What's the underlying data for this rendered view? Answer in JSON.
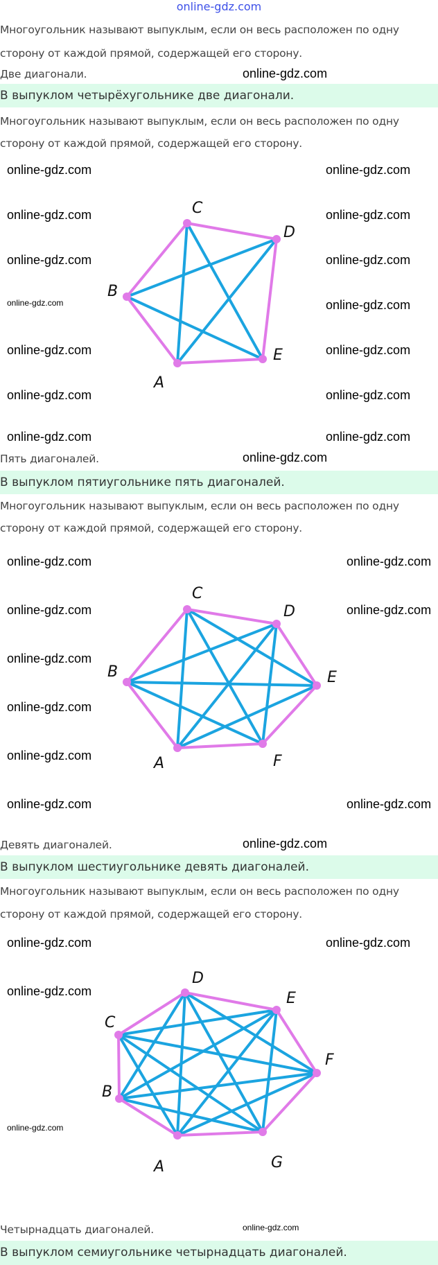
{
  "watermark": "online-gdz.com",
  "definition": {
    "line1": "Многоугольник называют выпуклым, если он весь расположен по одну",
    "line2": "сторону от каждой прямой, содержащей его сторону."
  },
  "sections": [
    {
      "answer": "Две диагонали.",
      "highlight": "В выпуклом четырёхугольнике две диагонали."
    },
    {
      "answer": "Пять диагоналей.",
      "highlight": "В выпуклом пятиугольнике пять диагоналей.",
      "vertices": [
        "A",
        "B",
        "C",
        "D",
        "E"
      ]
    },
    {
      "answer": "Девять диагоналей.",
      "highlight": "В выпуклом шестиугольнике девять диагоналей.",
      "vertices": [
        "A",
        "B",
        "C",
        "D",
        "E",
        "F"
      ]
    },
    {
      "answer": "Четырнадцать диагоналей.",
      "highlight": "В выпуклом семиугольнике четырнадцать диагоналей.",
      "vertices": [
        "A",
        "B",
        "C",
        "D",
        "E",
        "F",
        "G"
      ]
    }
  ],
  "colors": {
    "side": "#e07ae8",
    "diagonal": "#1ba4e0",
    "highlight_bg": "#dcfbea"
  }
}
